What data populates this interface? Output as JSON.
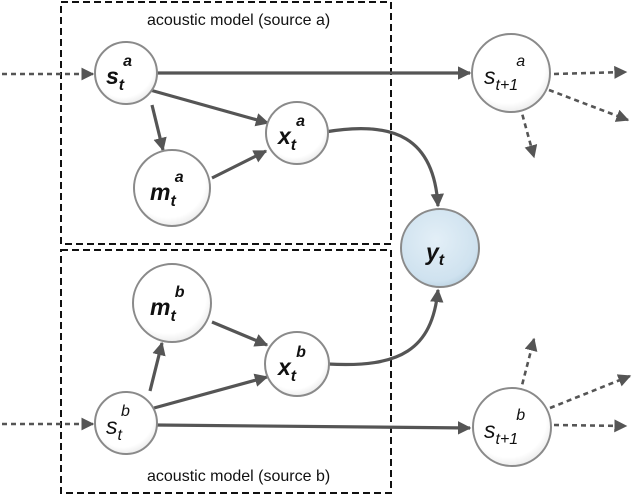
{
  "boxes": {
    "source_a": {
      "label": "acoustic model (source a)"
    },
    "source_b": {
      "label": "acoustic model (source b)"
    }
  },
  "nodes": {
    "s_t_a": {
      "base": "s",
      "sub": "t",
      "sup": "a"
    },
    "s_t1_a": {
      "base": "s",
      "sub": "t+1",
      "sup": "a"
    },
    "x_t_a": {
      "base": "x",
      "sub": "t",
      "sup": "a"
    },
    "m_t_a": {
      "base": "m",
      "sub": "t",
      "sup": "a"
    },
    "y_t": {
      "base": "y",
      "sub": "t",
      "sup": ""
    },
    "m_t_b": {
      "base": "m",
      "sub": "t",
      "sup": "b"
    },
    "x_t_b": {
      "base": "x",
      "sub": "t",
      "sup": "b"
    },
    "s_t_b": {
      "base": "s",
      "sub": "t",
      "sup": "b"
    },
    "s_t1_b": {
      "base": "s",
      "sub": "t+1",
      "sup": "b"
    }
  },
  "colors": {
    "node_fill": "#ffffff",
    "observed_fill": "#cfe2ef",
    "edge": "#555555",
    "box_border": "#111111"
  }
}
